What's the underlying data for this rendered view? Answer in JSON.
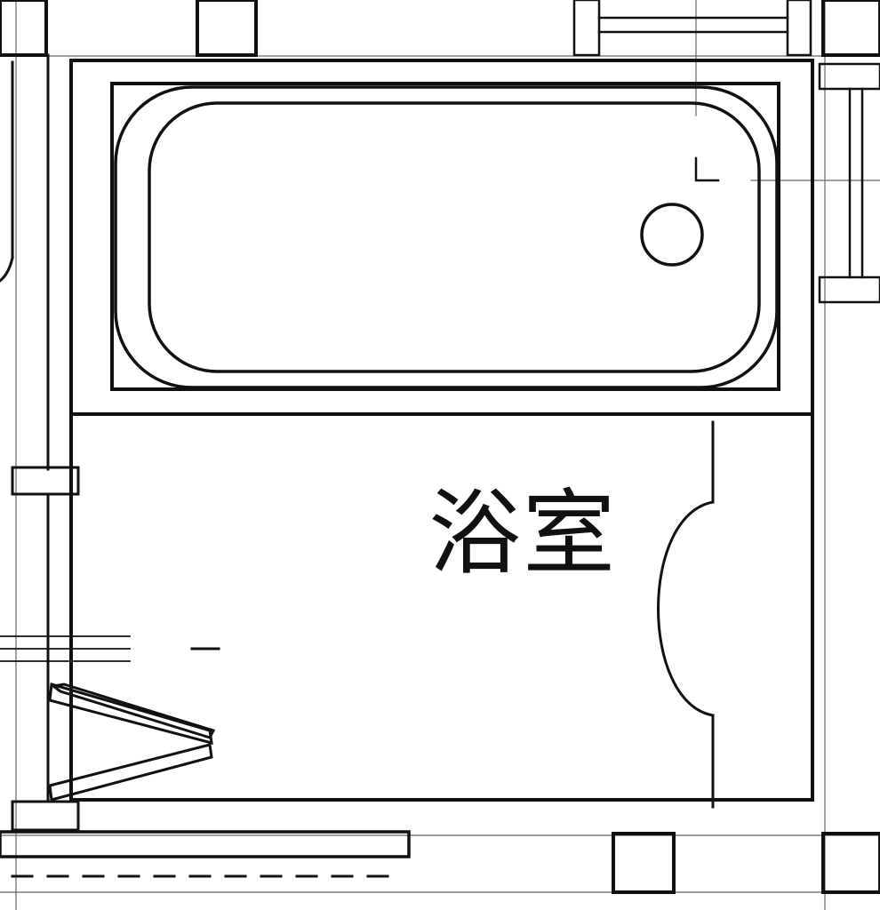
{
  "room": {
    "label": "浴室"
  },
  "colors": {
    "line": "#111111",
    "thin_line": "#555555",
    "background": "#ffffff"
  },
  "elements": {
    "bathtub": "bathtub",
    "drain": "drain-icon",
    "folding_door": "folding-door",
    "shower_door_curve": "shower-arc"
  }
}
